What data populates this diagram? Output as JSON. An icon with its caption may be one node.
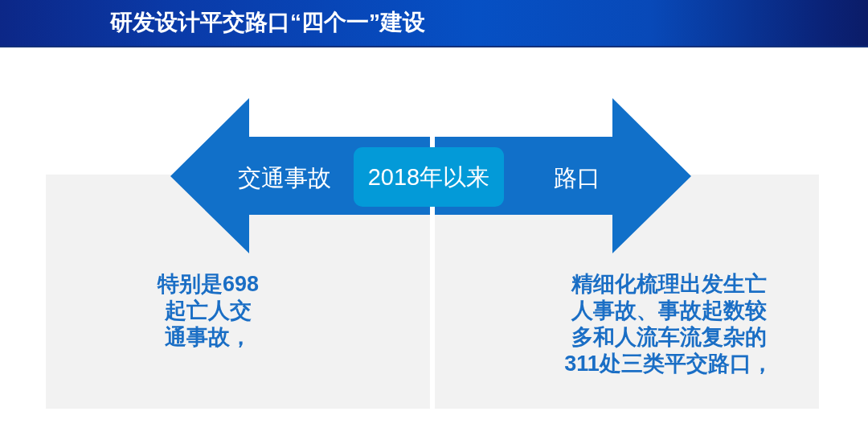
{
  "diagram": {
    "title": "研发设计平交路口“四个一”建设",
    "nodes": [
      {
        "text": [
          "交通事故"
        ]
      },
      {
        "text": [
          "2018年以来"
        ]
      },
      {
        "text": [
          "路口"
        ]
      },
      {
        "text": [
          "特别是698起亡人交通事故，"
        ]
      },
      {
        "text": [
          "精细化梳理出发生亡人事故、事故起数较多和人流车流复杂的311处三类平交路口，"
        ]
      }
    ]
  }
}
